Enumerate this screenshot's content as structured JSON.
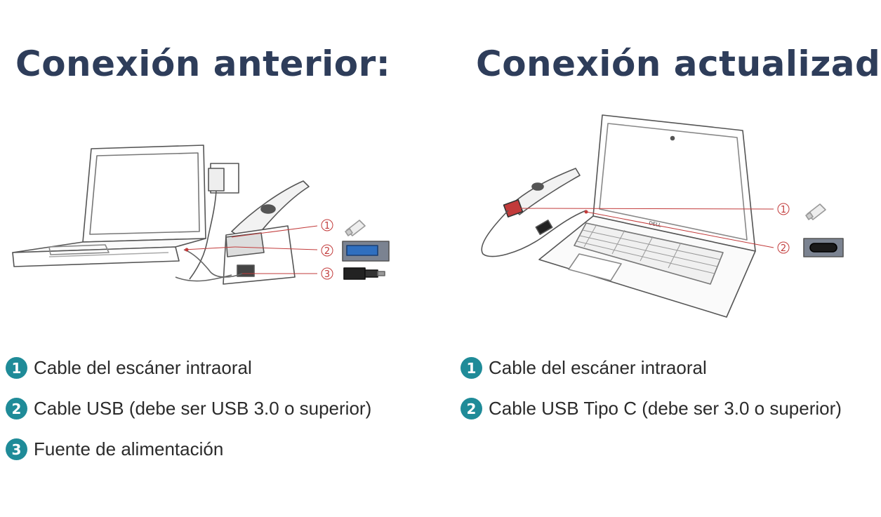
{
  "left": {
    "title": "Conexión anterior:",
    "callouts": [
      "1",
      "2",
      "3"
    ],
    "legend": [
      {
        "number": "1",
        "text": "Cable del escáner intraoral"
      },
      {
        "number": "2",
        "text": "Cable USB (debe ser USB 3.0 o superior)"
      },
      {
        "number": "3",
        "text": "Fuente de alimentación"
      }
    ]
  },
  "right": {
    "title": "Conexión actualizada:",
    "callouts": [
      "1",
      "2"
    ],
    "laptop_brand": "DELL",
    "legend": [
      {
        "number": "1",
        "text": "Cable del escáner intraoral"
      },
      {
        "number": "2",
        "text": "Cable USB Tipo C (debe ser 3.0 o superior)"
      }
    ]
  },
  "colors": {
    "title": "#2e3d5a",
    "badge": "#1f8b98",
    "callout": "#c23b3b"
  }
}
